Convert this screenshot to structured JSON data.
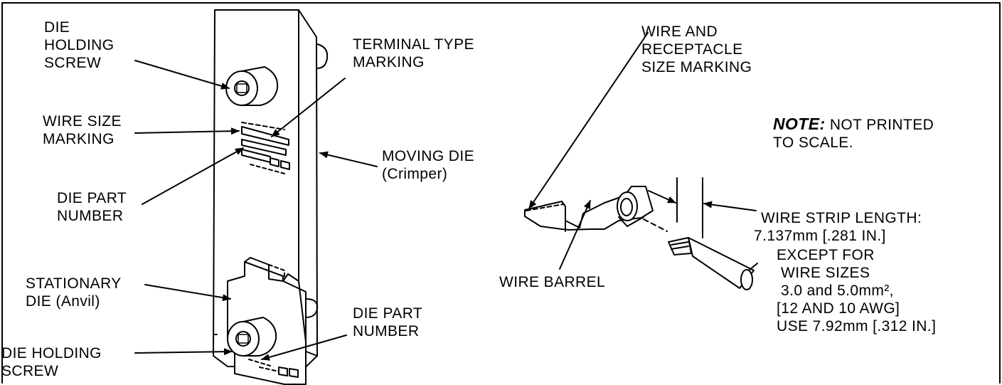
{
  "labels": {
    "die_holding_screw_top": [
      "DIE",
      "HOLDING",
      "SCREW"
    ],
    "terminal_type_marking": [
      "TERMINAL TYPE",
      "MARKING"
    ],
    "wire_size_marking": [
      "WIRE SIZE",
      "MARKING"
    ],
    "moving_die": [
      "MOVING DIE",
      "(Crimper)"
    ],
    "die_part_number_top": [
      "DIE PART",
      "NUMBER"
    ],
    "stationary_die": [
      "STATIONARY",
      "DIE (Anvil)"
    ],
    "die_part_number_bottom": [
      "DIE PART",
      "NUMBER"
    ],
    "die_holding_screw_bottom": [
      "DIE HOLDING",
      "SCREW"
    ],
    "wire_receptacle_marking": [
      "WIRE AND",
      "RECEPTACLE",
      "SIZE MARKING"
    ],
    "note_head": "NOTE:",
    "note_text": [
      "NOT PRINTED",
      "TO SCALE."
    ],
    "wire_barrel": "WIRE BARREL",
    "strip_length": [
      "WIRE STRIP LENGTH:",
      "7.137mm [.281 IN.]"
    ],
    "exception": [
      "EXCEPT FOR",
      "WIRE SIZES",
      "3.0 and 5.0mm²,",
      "[12 AND 10 AWG]",
      "USE 7.92mm [.312 IN.]"
    ]
  }
}
